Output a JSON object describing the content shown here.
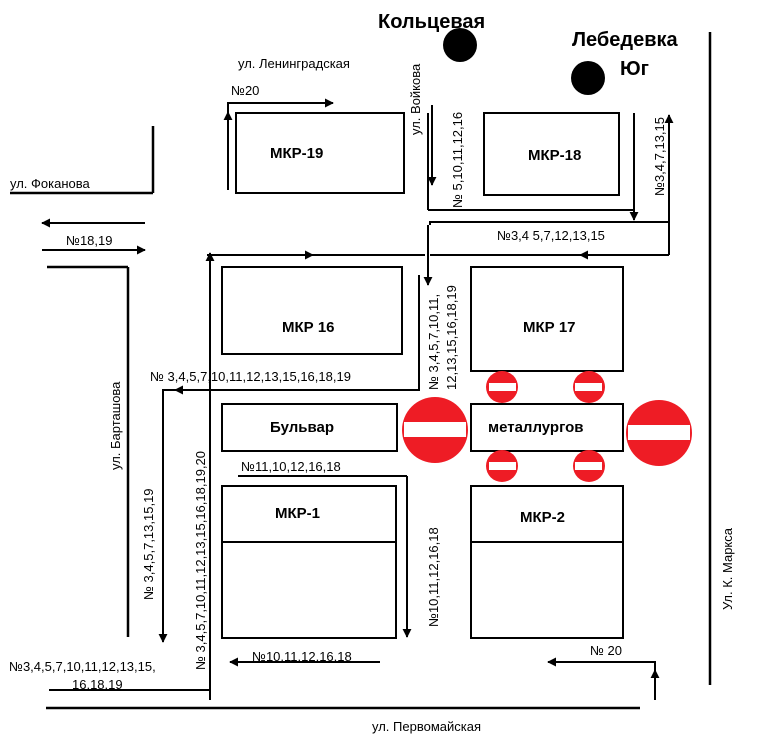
{
  "stops": {
    "koltsevaya": "Кольцевая",
    "lebedevka": "Лебедевка",
    "yug": "Юг"
  },
  "streets": {
    "leningradskaya": "ул. Ленинградская",
    "voikova": "ул. Войкова",
    "fokanova": "ул. Фоканова",
    "bartashova": "ул. Барташова",
    "k_marksa": "Ул. К. Маркса",
    "pervomaiskaya": "ул. Первомайская"
  },
  "blocks": {
    "mkr19": "МКР-19",
    "mkr18": "МКР-18",
    "mkr16": "МКР 16",
    "mkr17": "МКР 17",
    "bulvar": "Бульвар",
    "metallurgov": "металлургов",
    "mkr1": "МКР-1",
    "mkr2": "МКР-2"
  },
  "routes": {
    "r20_top": "№20",
    "r_voikova": "№ 5,10,11,12,16",
    "r_marksa_up": "№3,4,7,13,15",
    "r_fokanova": "№18,19",
    "r_mid": "№3,4 5,7,12,13,15",
    "r_mkr17_a": "№ 3,4,5,7,10,11,",
    "r_mkr17_b": "12,13,15,16,18,19",
    "r_left_top": "№ 3,4,5,7,10,11,12,13,15,16,18,19",
    "r_bartashova": "№ 3,4,5,7,13,15,19",
    "r_inner_up": "№ 3,4,5,7,10,11,12,13,15,16,18,19,20",
    "r_bulvar": "№11,10,12,16,18",
    "r_mkr1_right": "№10,11,12,16,18",
    "r_bottom_mid": "№10,11,12,16,18",
    "r20_bottom": "№ 20",
    "r_bottom_left_a": "№3,4,5,7,10,11,12,13,15,",
    "r_bottom_left_b": "16,18,19"
  },
  "colors": {
    "no_entry_red": "#ee1c25",
    "line": "#000000"
  },
  "icons": {
    "stop": "stop-circle-icon",
    "no_entry": "no-entry-icon"
  }
}
